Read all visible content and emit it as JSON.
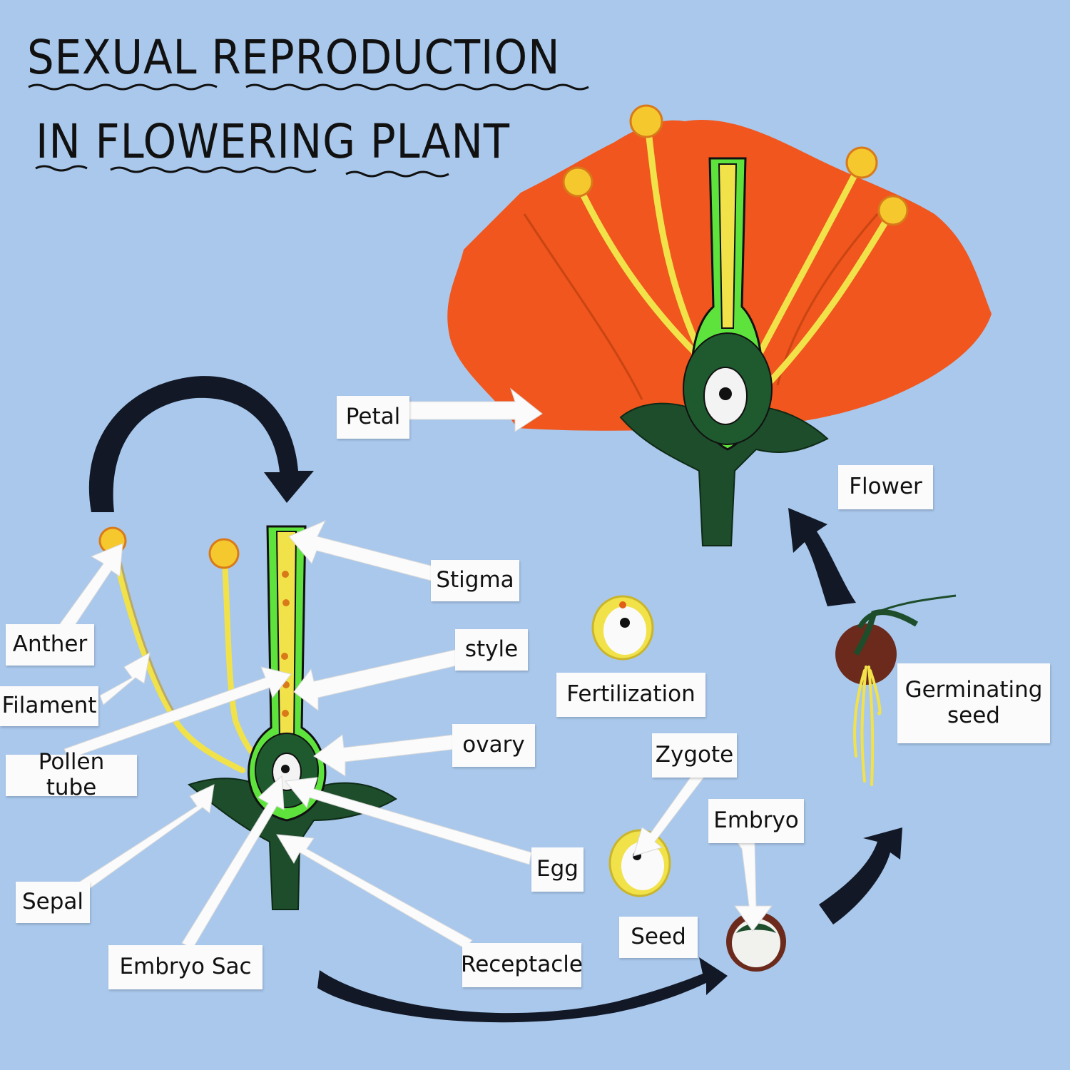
{
  "title": {
    "line1": "SEXUAL REPRODUCTION",
    "line2": "IN FLOWERING PLANT"
  },
  "labels": {
    "petal": "Petal",
    "flower": "Flower",
    "stigma": "Stigma",
    "style": "style",
    "ovary": "ovary",
    "anther": "Anther",
    "filament": "Filament",
    "pollen_tube": "Pollen tube",
    "sepal": "Sepal",
    "embryo_sac": "Embryo Sac",
    "receptacle": "Receptacle",
    "egg": "Egg",
    "fertilization": "Fertilization",
    "zygote": "Zygote",
    "seed": "Seed",
    "embryo": "Embryo",
    "germinating_seed": "Germinating\nseed"
  },
  "colors": {
    "board": "#a9c8ec",
    "petal": "#f0561d",
    "stalk": "#1e4d2b",
    "pistil_green": "#5ee33d",
    "style_yellow": "#f2e24a",
    "anther": "#f5c92e",
    "cycle_arrow": "#121826",
    "pointer_arrow": "#fbfbfb"
  }
}
